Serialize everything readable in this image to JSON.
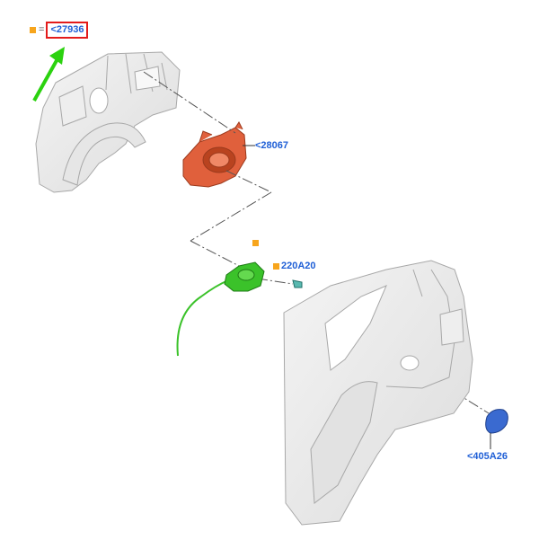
{
  "colors": {
    "part_number": "#1f5fd6",
    "marker": "#f7a51c",
    "highlight_box": "#e31b1b",
    "arrow": "#2bd20f",
    "housing": "#e0603c",
    "module": "#3bc22a",
    "cap": "#3a6ad0",
    "panel": "#ececec",
    "panel_outline": "#a8a8a8"
  },
  "icons": {
    "marker": "orange-square-marker",
    "direction": "green-arrow-icon"
  },
  "legend": {
    "equals": "=",
    "part_number": "<27936"
  },
  "callouts": {
    "housing": "<28067",
    "module_fitting": "220A20",
    "cap": "<405A26"
  }
}
